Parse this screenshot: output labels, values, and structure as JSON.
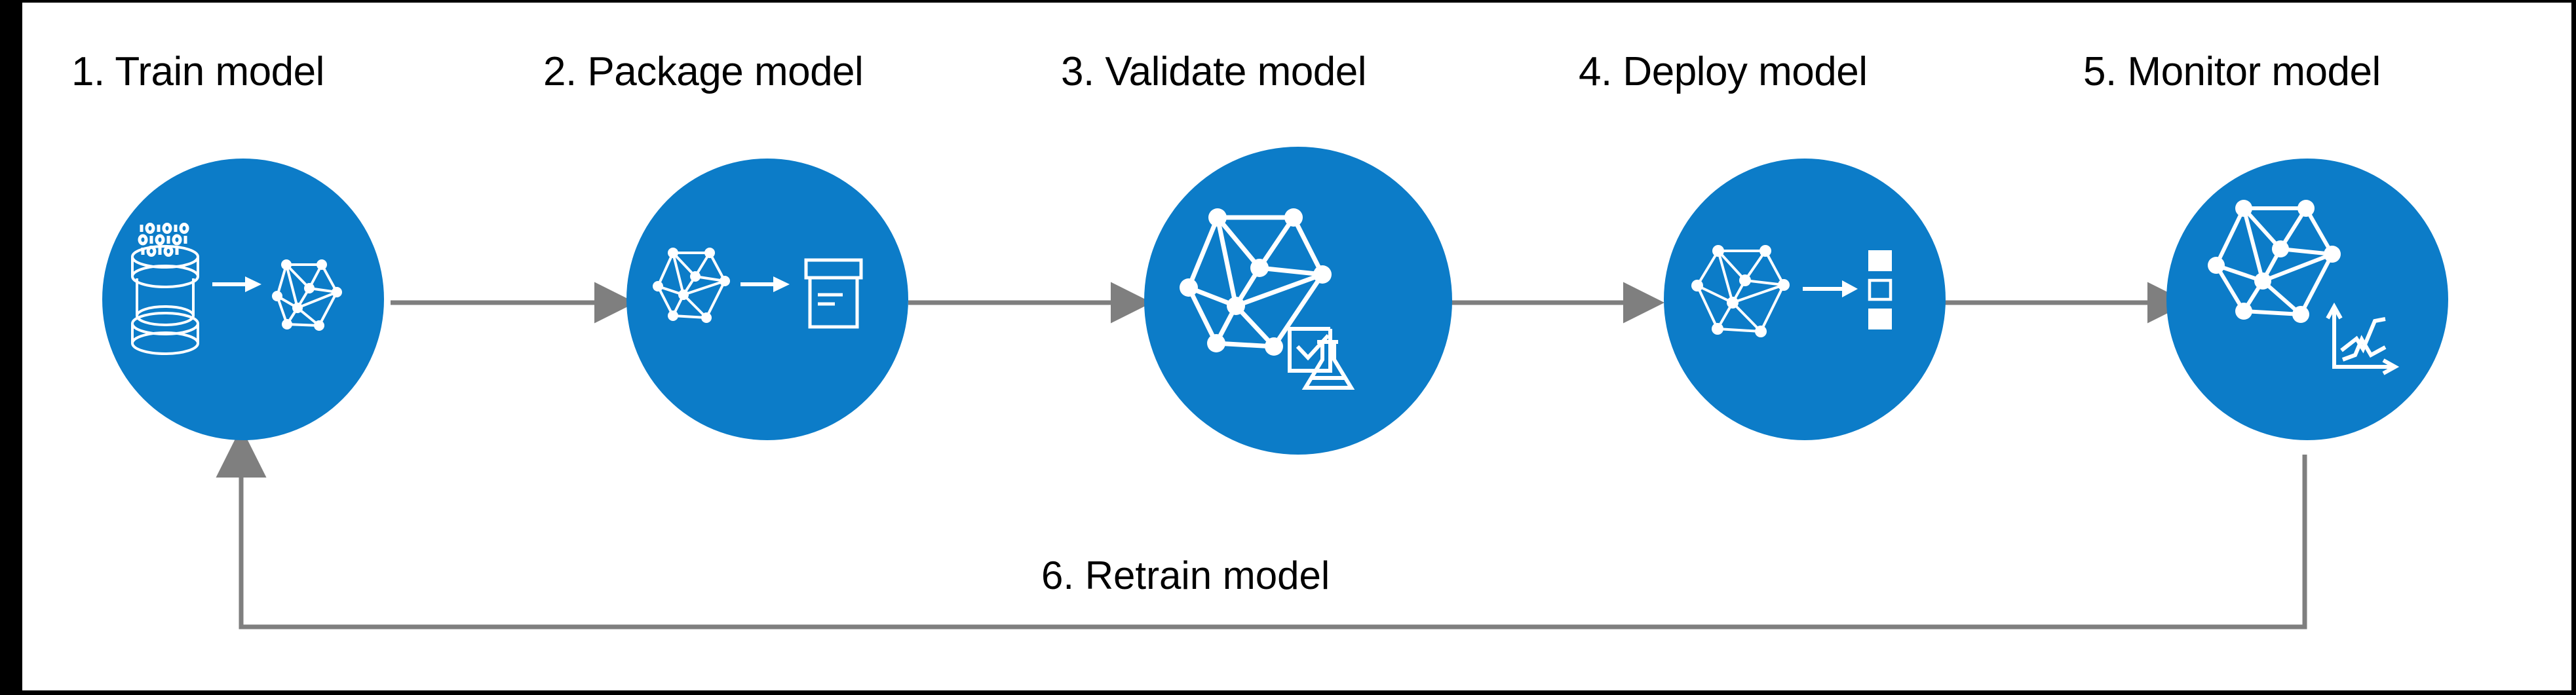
{
  "diagram": {
    "title_row": [
      {
        "id": "train",
        "label": "1. Train model"
      },
      {
        "id": "package",
        "label": "2. Package model"
      },
      {
        "id": "validate",
        "label": "3. Validate model"
      },
      {
        "id": "deploy",
        "label": "4. Deploy model"
      },
      {
        "id": "monitor",
        "label": "5. Monitor model"
      }
    ],
    "loop": {
      "label": "6. Retrain model",
      "from": "monitor",
      "to": "train"
    },
    "colors": {
      "brand_blue": "#0c7cc8",
      "connector_gray": "#7f7f7f",
      "icon_white": "#ffffff",
      "text_black": "#000000",
      "frame_border": "#000000",
      "background": "#ffffff"
    },
    "steps": [
      {
        "id": "train",
        "number": "1",
        "name": "Train model",
        "icons": [
          "binary-database-icon",
          "arrow-right-icon",
          "neural-network-icon"
        ],
        "binary_rows": [
          "101010",
          "010101",
          "101010"
        ]
      },
      {
        "id": "package",
        "number": "2",
        "name": "Package model",
        "icons": [
          "neural-network-icon",
          "arrow-right-icon",
          "package-box-icon"
        ]
      },
      {
        "id": "validate",
        "number": "3",
        "name": "Validate model",
        "icons": [
          "neural-network-icon",
          "checkbox-check-icon",
          "flask-beaker-icon"
        ]
      },
      {
        "id": "deploy",
        "number": "4",
        "name": "Deploy model",
        "icons": [
          "neural-network-icon",
          "arrow-right-icon",
          "server-stack-icon"
        ]
      },
      {
        "id": "monitor",
        "number": "5",
        "name": "Monitor model",
        "icons": [
          "neural-network-icon",
          "line-chart-axes-icon"
        ]
      }
    ],
    "connectors": [
      {
        "from": "train",
        "to": "package",
        "icon": "arrow-right-icon"
      },
      {
        "from": "package",
        "to": "validate",
        "icon": "arrow-right-icon"
      },
      {
        "from": "validate",
        "to": "deploy",
        "icon": "arrow-right-icon"
      },
      {
        "from": "deploy",
        "to": "monitor",
        "icon": "arrow-right-icon"
      }
    ]
  }
}
